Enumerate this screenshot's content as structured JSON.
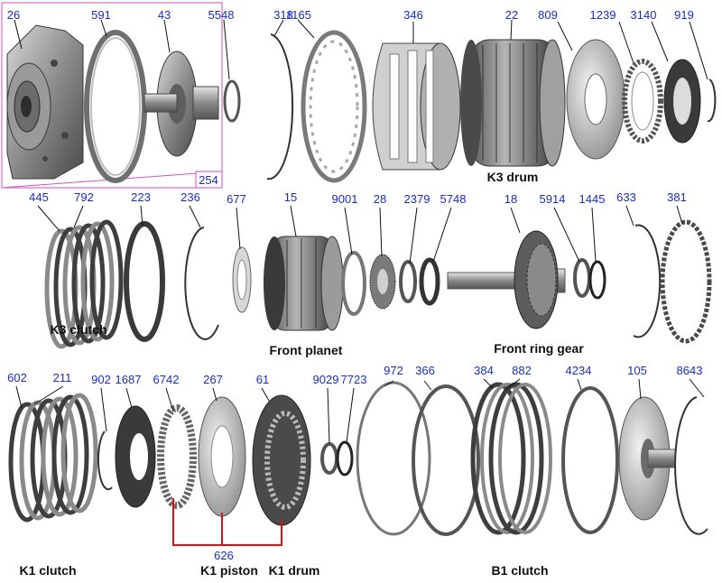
{
  "colors": {
    "callout_number": "#1a2ccc",
    "group_box": "#d64fbf",
    "red_bracket": "#dd1111",
    "part_steel": "#6f6f6f",
    "part_dark": "#3a3a3a"
  },
  "callouts": {
    "c26": "26",
    "c591": "591",
    "c43": "43",
    "c254": "254",
    "c5548": "5548",
    "c318": "318",
    "c1165": "1165",
    "c346": "346",
    "c22": "22",
    "c809": "809",
    "c1239": "1239",
    "c3140": "3140",
    "c919": "919",
    "c445": "445",
    "c792": "792",
    "c223": "223",
    "c236": "236",
    "c677": "677",
    "c15": "15",
    "c9001": "9001",
    "c28": "28",
    "c2379": "2379",
    "c5748": "5748",
    "c18": "18",
    "c5914": "5914",
    "c1445": "1445",
    "c633": "633",
    "c381": "381",
    "c602": "602",
    "c211": "211",
    "c902": "902",
    "c1687": "1687",
    "c6742": "6742",
    "c267": "267",
    "c61": "61",
    "c9029": "9029",
    "c7723": "7723",
    "c972": "972",
    "c366": "366",
    "c384": "384",
    "c882": "882",
    "c4234": "4234",
    "c105": "105",
    "c8643": "8643",
    "c626": "626"
  },
  "group_labels": {
    "k3_drum": "K3 drum",
    "k3_clutch": "K3 clutch",
    "front_planet": "Front planet",
    "front_ring_gear": "Front ring gear",
    "k1_clutch": "K1 clutch",
    "k1_piston": "K1 piston",
    "k1_drum": "K1 drum",
    "b1_clutch": "B1 clutch"
  }
}
